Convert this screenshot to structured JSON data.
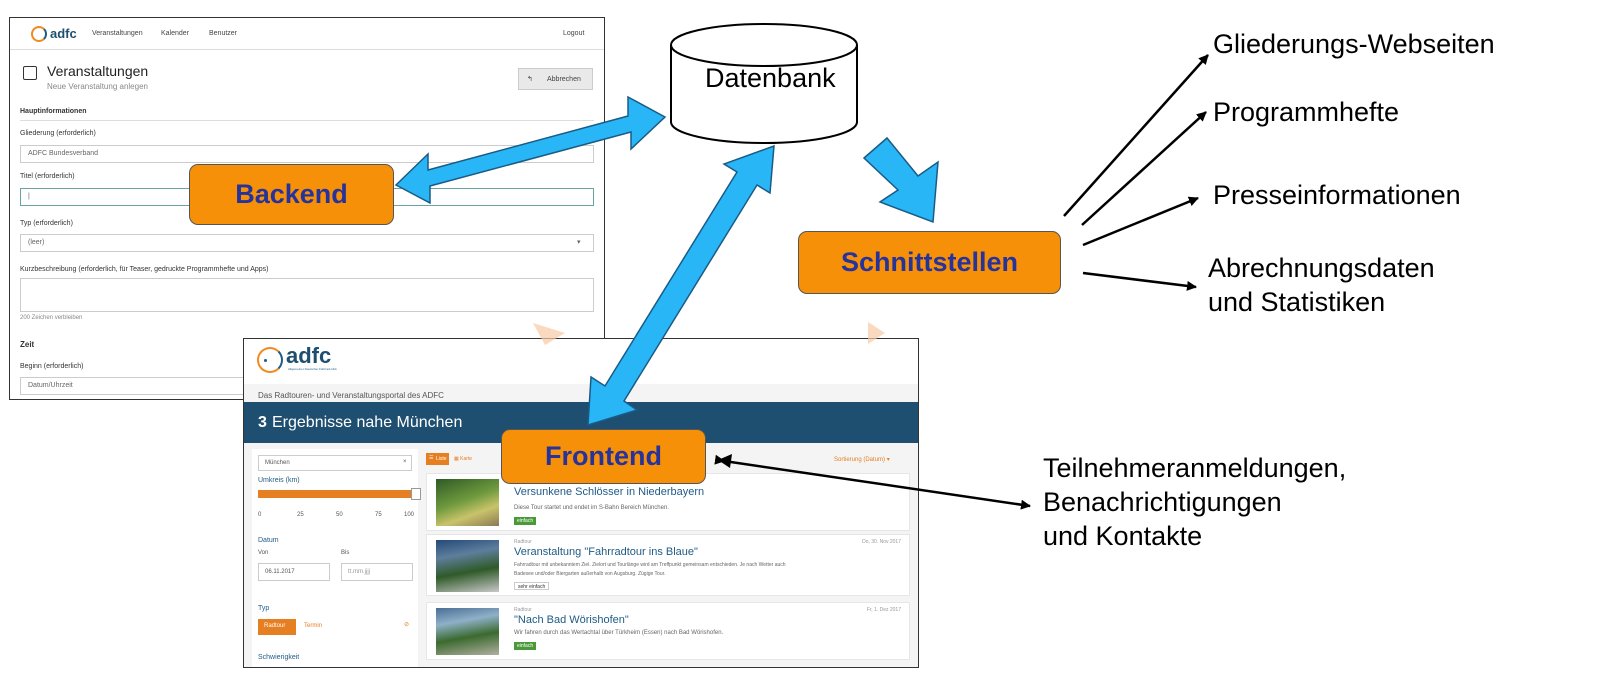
{
  "backend_screenshot": {
    "logo": "adfc",
    "nav": [
      "Veranstaltungen",
      "Kalender",
      "Benutzer"
    ],
    "logout": "Logout",
    "page_title": "Veranstaltungen",
    "page_subtitle": "Neue Veranstaltung anlegen",
    "cancel_label": "Abbrechen",
    "section_main": "Hauptinformationen",
    "field_gliederung_label": "Gliederung (erforderlich)",
    "field_gliederung_value": "ADFC Bundesverband",
    "field_titel_label": "Titel (erforderlich)",
    "field_titel_value": "|",
    "field_typ_label": "Typ (erforderlich)",
    "field_typ_value": "(leer)",
    "field_kurz_label": "Kurzbeschreibung (erforderlich, für Teaser, gedruckte Programmhefte und Apps)",
    "chars_remaining": "200 Zeichen verbleiben",
    "section_zeit": "Zeit",
    "field_beginn_label": "Beginn (erforderlich)",
    "field_beginn_placeholder": "Datum/Uhrzeit"
  },
  "frontend_screenshot": {
    "logo": "adfc",
    "logo_sub": "Allgemeiner Deutscher Fahrrad-Club",
    "portal_title": "Das Radtouren- und Veranstaltungsportal des ADFC",
    "results_count": "3",
    "results_text": "Ergebnisse nahe München",
    "search_location": "München",
    "radius_label": "Umkreis (km)",
    "radius_ticks": [
      "0",
      "25",
      "50",
      "75",
      "100"
    ],
    "radius_value": 100,
    "date_label": "Datum",
    "from_label": "Von",
    "to_label": "Bis",
    "from_value": "06.11.2017",
    "to_placeholder": "tt.mm.jjjj",
    "type_label": "Typ",
    "type_options": [
      "Radtour",
      "Termin"
    ],
    "difficulty_label": "Schwierigkeit",
    "tab_list": "Liste",
    "tab_map": "Karte",
    "sort_label": "Sortierung (Datum)",
    "results": [
      {
        "category": "",
        "date": "",
        "title": "Versunkene Schlösser in Niederbayern",
        "desc": "Diese Tour startet und endet im S-Bahn Bereich München.",
        "tag": "einfach"
      },
      {
        "category": "Radtour",
        "date": "Do, 30. Nov 2017",
        "title": "Veranstaltung \"Fahrradtour ins Blaue\"",
        "desc": "Fahrradtour mit unbekanntem Ziel. Zielort und Tourlänge wird am Treffpunkt gemeinsam entschieden. Je nach Wetter auch",
        "desc2": "Badesee und/oder Biergarten außerhalb von Augsburg. Zügige Tour.",
        "tag": "sehr einfach"
      },
      {
        "category": "Radtour",
        "date": "Fr, 1. Dez 2017",
        "title": "\"Nach Bad Wörishofen\"",
        "desc": "Wir fahren durch das Wertachtal über Türkheim (Essen) nach Bad Wörishofen.",
        "tag": "einfach"
      }
    ]
  },
  "diagram": {
    "database": "Datenbank",
    "backend": "Backend",
    "frontend": "Frontend",
    "interfaces": "Schnittstellen",
    "outputs": [
      "Gliederungs-Webseiten",
      "Programmhefte",
      "Presseinformationen",
      "Abrechnungsdaten",
      "und Statistiken"
    ],
    "participants": [
      "Teilnehmeranmeldungen,",
      "Benachrichtigungen",
      "und Kontakte"
    ]
  },
  "colors": {
    "box_fill": "#f79009",
    "box_text": "#26339a",
    "arrow_fill": "#29b6f6",
    "adfc_blue": "#1f5b85",
    "adfc_orange": "#f28a20"
  }
}
